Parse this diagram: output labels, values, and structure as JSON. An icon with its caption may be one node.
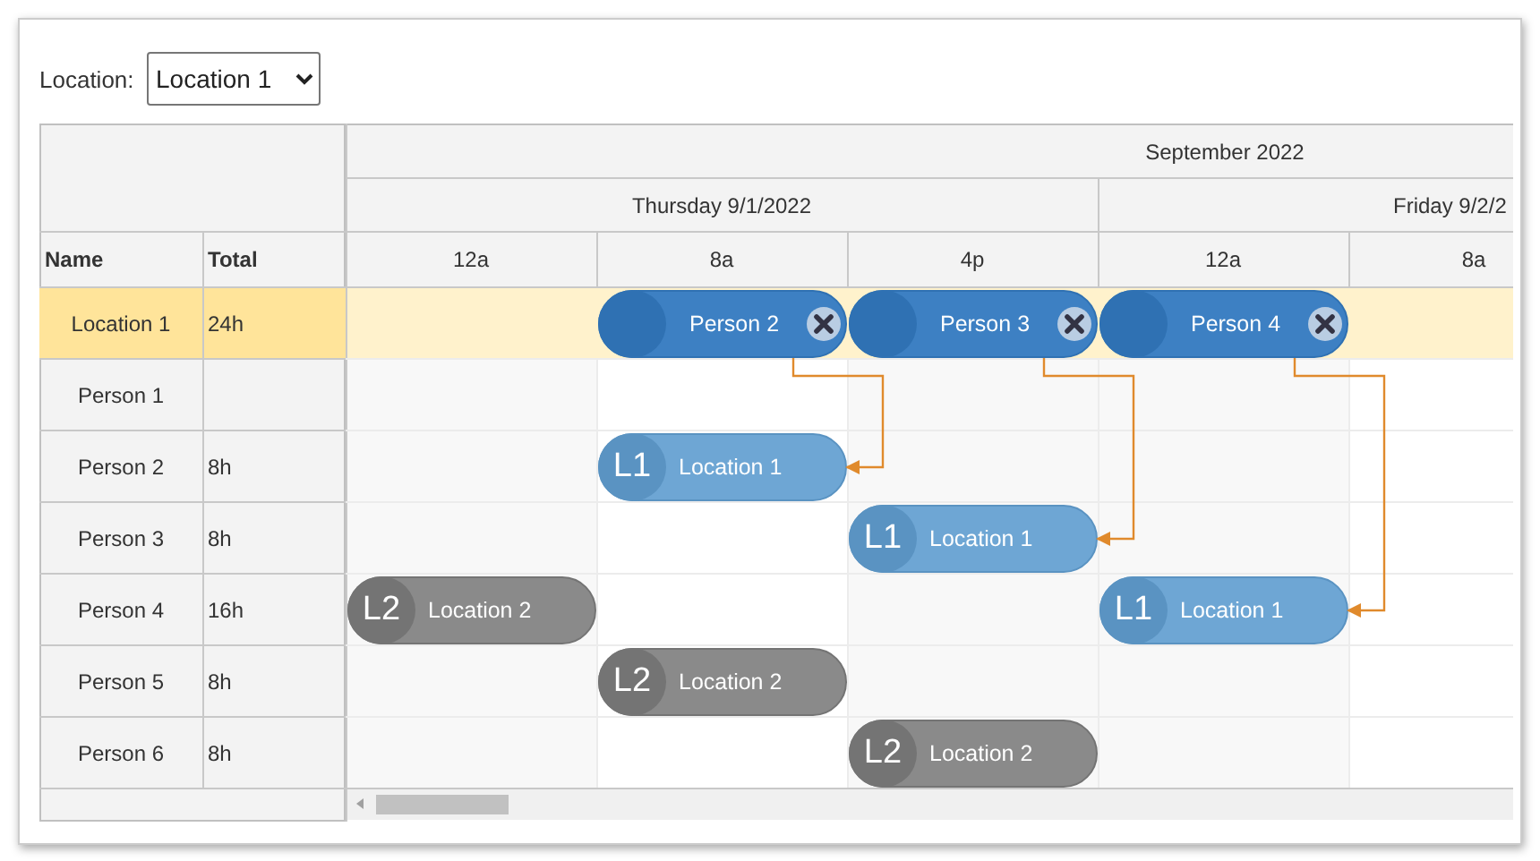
{
  "diagram": {
    "nodes": [
      {
        "text": [
          "Person 2"
        ]
      },
      {
        "text": [
          "Person 3"
        ]
      },
      {
        "text": [
          "Person 4"
        ]
      },
      {
        "text": [
          "L1",
          "Location 1"
        ]
      },
      {
        "text": [
          "L1",
          "Location 1"
        ]
      },
      {
        "text": [
          "L2",
          "Location 2"
        ]
      },
      {
        "text": [
          "L1",
          "Location 1"
        ]
      },
      {
        "text": [
          "L2",
          "Location 2"
        ]
      },
      {
        "text": [
          "L2",
          "Location 2"
        ]
      }
    ],
    "edges": [
      {
        "from": 0,
        "to": 3,
        "arrow": "to"
      },
      {
        "from": 1,
        "to": 4,
        "arrow": "to"
      },
      {
        "from": 2,
        "to": 6,
        "arrow": "to"
      }
    ],
    "labels": [
      "Location:",
      "Location 1",
      "September 2022",
      "Thursday 9/1/2022",
      "Friday 9/2/2",
      "Name",
      "Total",
      "12a",
      "8a",
      "4p",
      "12a",
      "8a",
      "Location 1",
      "24h",
      "Person 1",
      "Person 2",
      "8h",
      "Person 3",
      "8h",
      "Person 4",
      "16h",
      "Person 5",
      "8h",
      "Person 6",
      "8h"
    ]
  }
}
